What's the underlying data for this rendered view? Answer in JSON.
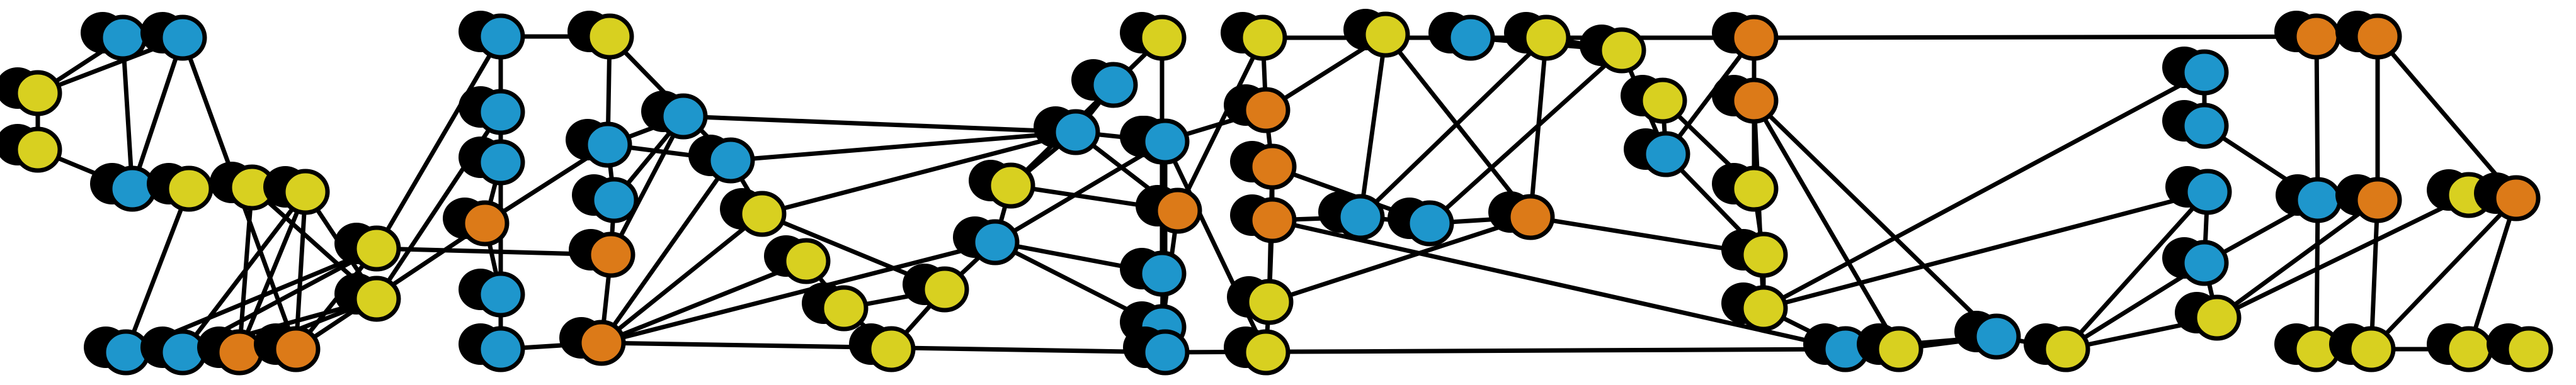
{
  "colors": {
    "blue": "#1e96cc",
    "yellow": "#d8d020",
    "orange": "#dc7a18",
    "edge": "#000000",
    "background": "#ffffff"
  },
  "nodes": [
    [
      "n1",
      "blue"
    ],
    [
      "n2",
      "blue"
    ],
    [
      "n3",
      "yellow"
    ],
    [
      "n4",
      "yellow"
    ],
    [
      "n5",
      "blue"
    ],
    [
      "n6",
      "yellow"
    ],
    [
      "n7",
      "yellow"
    ],
    [
      "n8",
      "yellow"
    ],
    [
      "n9",
      "yellow"
    ],
    [
      "n10",
      "yellow"
    ],
    [
      "n11",
      "blue"
    ],
    [
      "n12",
      "blue"
    ],
    [
      "n13",
      "orange"
    ],
    [
      "n14",
      "orange"
    ],
    [
      "n15",
      "blue"
    ],
    [
      "n16",
      "blue"
    ],
    [
      "n17",
      "blue"
    ],
    [
      "n18",
      "orange"
    ],
    [
      "n19",
      "blue"
    ],
    [
      "n20",
      "blue"
    ],
    [
      "n21",
      "yellow"
    ],
    [
      "n22",
      "blue"
    ],
    [
      "n23",
      "blue"
    ],
    [
      "n24",
      "blue"
    ],
    [
      "n25",
      "orange"
    ],
    [
      "n26",
      "orange"
    ],
    [
      "n27",
      "blue"
    ],
    [
      "n28",
      "blue"
    ],
    [
      "n29",
      "yellow"
    ],
    [
      "n30",
      "yellow"
    ],
    [
      "n31",
      "yellow"
    ],
    [
      "n32",
      "yellow"
    ],
    [
      "n33",
      "yellow"
    ],
    [
      "n34",
      "blue"
    ],
    [
      "n35",
      "yellow"
    ],
    [
      "n36",
      "yellow"
    ],
    [
      "n37",
      "yellow"
    ],
    [
      "n38",
      "blue"
    ],
    [
      "n39",
      "blue"
    ],
    [
      "n40",
      "orange"
    ],
    [
      "n41",
      "blue"
    ],
    [
      "n42",
      "blue"
    ],
    [
      "n43",
      "blue"
    ],
    [
      "n44",
      "yellow"
    ],
    [
      "n45",
      "orange"
    ],
    [
      "n46",
      "orange"
    ],
    [
      "n47",
      "orange"
    ],
    [
      "n48",
      "yellow"
    ],
    [
      "n49",
      "yellow"
    ],
    [
      "n50",
      "yellow"
    ],
    [
      "n51",
      "blue"
    ],
    [
      "n52",
      "blue"
    ],
    [
      "n53",
      "orange"
    ],
    [
      "n54",
      "blue"
    ],
    [
      "n55",
      "yellow"
    ],
    [
      "n56",
      "yellow"
    ],
    [
      "n57",
      "blue"
    ],
    [
      "n58",
      "yellow"
    ],
    [
      "n59",
      "orange"
    ],
    [
      "n60",
      "orange"
    ],
    [
      "n61",
      "yellow"
    ],
    [
      "n62",
      "yellow"
    ],
    [
      "n63",
      "yellow"
    ],
    [
      "n64",
      "blue"
    ],
    [
      "n65",
      "yellow"
    ],
    [
      "n66",
      "blue"
    ],
    [
      "n67",
      "yellow"
    ],
    [
      "n68",
      "blue"
    ],
    [
      "n69",
      "blue"
    ],
    [
      "n70",
      "blue"
    ],
    [
      "n71",
      "blue"
    ],
    [
      "n72",
      "yellow"
    ],
    [
      "n73",
      "orange"
    ],
    [
      "n74",
      "orange"
    ],
    [
      "n75",
      "blue"
    ],
    [
      "n76",
      "orange"
    ],
    [
      "n77",
      "yellow"
    ],
    [
      "n78",
      "yellow"
    ],
    [
      "n79",
      "yellow"
    ],
    [
      "n80",
      "orange"
    ],
    [
      "n81",
      "yellow"
    ],
    [
      "n82",
      "yellow"
    ]
  ],
  "edges": [
    [
      "n1",
      "n2"
    ],
    [
      "n1",
      "n3"
    ],
    [
      "n1",
      "n5"
    ],
    [
      "n2",
      "n5"
    ],
    [
      "n2",
      "n3"
    ],
    [
      "n2",
      "n14"
    ],
    [
      "n3",
      "n4"
    ],
    [
      "n4",
      "n5"
    ],
    [
      "n5",
      "n6"
    ],
    [
      "n6",
      "n7"
    ],
    [
      "n7",
      "n10"
    ],
    [
      "n6",
      "n11"
    ],
    [
      "n7",
      "n13"
    ],
    [
      "n8",
      "n14"
    ],
    [
      "n8",
      "n10"
    ],
    [
      "n8",
      "n12"
    ],
    [
      "n10",
      "n13"
    ],
    [
      "n11",
      "n9"
    ],
    [
      "n12",
      "n9"
    ],
    [
      "n9",
      "n14"
    ],
    [
      "n10",
      "n12"
    ],
    [
      "n13",
      "n8"
    ],
    [
      "n9",
      "n15"
    ],
    [
      "n10",
      "n16"
    ],
    [
      "n15",
      "n16"
    ],
    [
      "n15",
      "n17"
    ],
    [
      "n15",
      "n20"
    ],
    [
      "n16",
      "n17"
    ],
    [
      "n16",
      "n19"
    ],
    [
      "n15",
      "n21"
    ],
    [
      "n21",
      "n22"
    ],
    [
      "n21",
      "n27"
    ],
    [
      "n22",
      "n23"
    ],
    [
      "n22",
      "n27"
    ],
    [
      "n22",
      "n24"
    ],
    [
      "n23",
      "n24"
    ],
    [
      "n23",
      "n25"
    ],
    [
      "n9",
      "n25"
    ],
    [
      "n24",
      "n25"
    ],
    [
      "n25",
      "n26"
    ],
    [
      "n26",
      "n27"
    ],
    [
      "n27",
      "n28"
    ],
    [
      "n27",
      "n29"
    ],
    [
      "n28",
      "n29"
    ],
    [
      "n28",
      "n24"
    ],
    [
      "n18",
      "n19"
    ],
    [
      "n18",
      "n17"
    ],
    [
      "n19",
      "n20"
    ],
    [
      "n18",
      "n22"
    ],
    [
      "n14",
      "n18"
    ],
    [
      "n26",
      "n30"
    ],
    [
      "n26",
      "n29"
    ],
    [
      "n26",
      "n20"
    ],
    [
      "n26",
      "n38"
    ],
    [
      "n28",
      "n37"
    ],
    [
      "n28",
      "n40"
    ],
    [
      "n28",
      "n39"
    ],
    [
      "n28",
      "n34"
    ],
    [
      "n30",
      "n31"
    ],
    [
      "n31",
      "n32"
    ],
    [
      "n31",
      "n33"
    ],
    [
      "n32",
      "n33"
    ],
    [
      "n29",
      "n33"
    ],
    [
      "n33",
      "n38"
    ],
    [
      "n34",
      "n35"
    ],
    [
      "n35",
      "n36"
    ],
    [
      "n35",
      "n37"
    ],
    [
      "n36",
      "n45"
    ],
    [
      "n36",
      "n41"
    ],
    [
      "n37",
      "n38"
    ],
    [
      "n38",
      "n39"
    ],
    [
      "n37",
      "n40"
    ],
    [
      "n38",
      "n41"
    ],
    [
      "n38",
      "n42"
    ],
    [
      "n39",
      "n42"
    ],
    [
      "n39",
      "n43"
    ],
    [
      "n40",
      "n44"
    ],
    [
      "n40",
      "n42"
    ],
    [
      "n41",
      "n43"
    ],
    [
      "n42",
      "n43"
    ],
    [
      "n39",
      "n49"
    ],
    [
      "n26",
      "n43"
    ],
    [
      "n44",
      "n45"
    ],
    [
      "n44",
      "n59"
    ],
    [
      "n45",
      "n46"
    ],
    [
      "n45",
      "n50"
    ],
    [
      "n46",
      "n47"
    ],
    [
      "n46",
      "n48"
    ],
    [
      "n47",
      "n48"
    ],
    [
      "n47",
      "n51"
    ],
    [
      "n48",
      "n49"
    ],
    [
      "n48",
      "n53"
    ],
    [
      "n46",
      "n52"
    ],
    [
      "n50",
      "n51"
    ],
    [
      "n50",
      "n53"
    ],
    [
      "n51",
      "n52"
    ],
    [
      "n52",
      "n53"
    ],
    [
      "n51",
      "n55"
    ],
    [
      "n52",
      "n56"
    ],
    [
      "n54",
      "n55"
    ],
    [
      "n54",
      "n56"
    ],
    [
      "n55",
      "n56"
    ],
    [
      "n56",
      "n57"
    ],
    [
      "n57",
      "n58"
    ],
    [
      "n57",
      "n59"
    ],
    [
      "n57",
      "n62"
    ],
    [
      "n58",
      "n61"
    ],
    [
      "n54",
      "n59"
    ],
    [
      "n53",
      "n62"
    ],
    [
      "n55",
      "n53"
    ],
    [
      "n59",
      "n60"
    ],
    [
      "n60",
      "n61"
    ],
    [
      "n60",
      "n63"
    ],
    [
      "n60",
      "n65"
    ],
    [
      "n60",
      "n66"
    ],
    [
      "n61",
      "n62"
    ],
    [
      "n62",
      "n63"
    ],
    [
      "n63",
      "n64"
    ],
    [
      "n64",
      "n66"
    ],
    [
      "n65",
      "n66"
    ],
    [
      "n66",
      "n67"
    ],
    [
      "n63",
      "n68"
    ],
    [
      "n64",
      "n47"
    ],
    [
      "n43",
      "n64"
    ],
    [
      "n67",
      "n70"
    ],
    [
      "n67",
      "n71"
    ],
    [
      "n67",
      "n72"
    ],
    [
      "n68",
      "n69"
    ],
    [
      "n69",
      "n75"
    ],
    [
      "n70",
      "n71"
    ],
    [
      "n71",
      "n72"
    ],
    [
      "n71",
      "n75"
    ],
    [
      "n72",
      "n76"
    ],
    [
      "n73",
      "n74"
    ],
    [
      "n73",
      "n75"
    ],
    [
      "n74",
      "n76"
    ],
    [
      "n75",
      "n76"
    ],
    [
      "n75",
      "n77"
    ],
    [
      "n76",
      "n78"
    ],
    [
      "n77",
      "n78"
    ],
    [
      "n77",
      "n81"
    ],
    [
      "n78",
      "n82"
    ],
    [
      "n79",
      "n80"
    ],
    [
      "n79",
      "n72"
    ],
    [
      "n80",
      "n81"
    ],
    [
      "n81",
      "n82"
    ],
    [
      "n80",
      "n78"
    ],
    [
      "n59",
      "n74"
    ],
    [
      "n63",
      "n70"
    ],
    [
      "n74",
      "n80"
    ]
  ]
}
